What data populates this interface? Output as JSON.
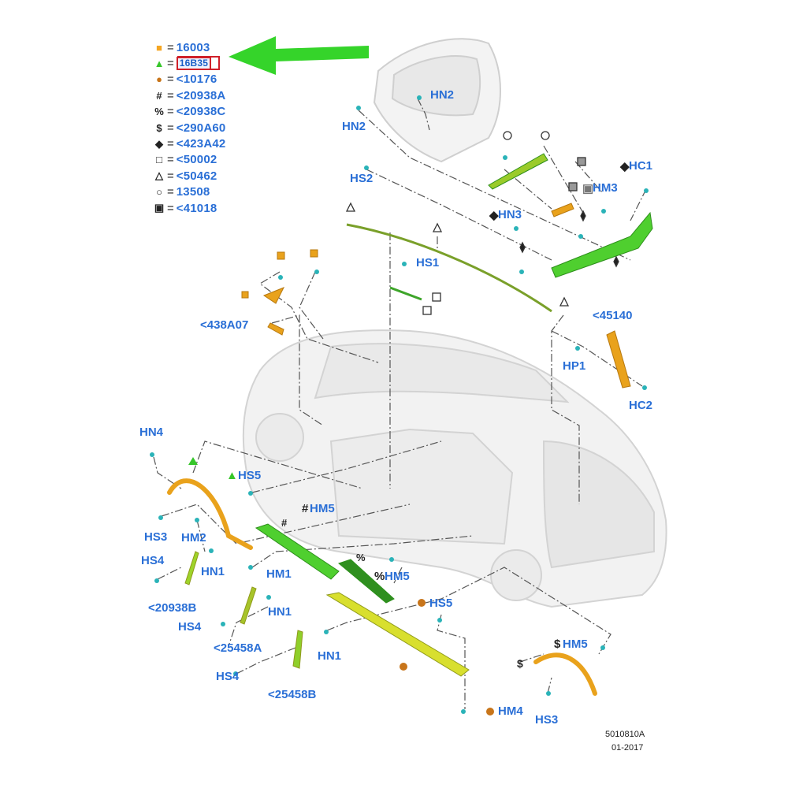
{
  "legend": {
    "items": [
      {
        "symbol": "■",
        "color": "#f5a623",
        "value": "16003"
      },
      {
        "symbol": "▲",
        "color": "#36c62a",
        "value": "16B35"
      },
      {
        "symbol": "●",
        "color": "#c8751a",
        "value": "<10176"
      },
      {
        "symbol": "#",
        "color": "#222222",
        "value": "<20938A"
      },
      {
        "symbol": "%",
        "color": "#222222",
        "value": "<20938C"
      },
      {
        "symbol": "$",
        "color": "#222222",
        "value": "<290A60"
      },
      {
        "symbol": "◆",
        "color": "#222222",
        "value": "<423A42"
      },
      {
        "symbol": "□",
        "color": "#222222",
        "value": "<50002"
      },
      {
        "symbol": "△",
        "color": "#222222",
        "value": "<50462"
      },
      {
        "symbol": "○",
        "color": "#222222",
        "value": "13508"
      },
      {
        "symbol": "▣",
        "color": "#222222",
        "value": "<41018"
      }
    ]
  },
  "labels": {
    "hn2_top": "HN2",
    "hn2_left": "HN2",
    "hs2": "HS2",
    "hc1": "HC1",
    "hm3": "HM3",
    "hn3": "HN3",
    "hs1": "HS1",
    "p438a07": "<438A07",
    "p45140": "<45140",
    "hp1": "HP1",
    "hc2": "HC2",
    "hn4": "HN4",
    "hs5_left": "HS5",
    "hm5_top": "HM5",
    "hs3_left": "HS3",
    "hm2": "HM2",
    "hs4_a": "HS4",
    "hn1_a": "HN1",
    "hm1": "HM1",
    "hm5_mid": "HM5",
    "p20938b": "<20938B",
    "hn1_b": "HN1",
    "hs5_right": "HS5",
    "hs4_b": "HS4",
    "p25458a": "<25458A",
    "hm5_bottom": "HM5",
    "hn1_c": "HN1",
    "hs4_c": "HS4",
    "p25458b": "<25458B",
    "hm4": "HM4",
    "hs3_right": "HS3"
  },
  "footer": {
    "code": "5010810A",
    "date": "01-2017"
  },
  "colors": {
    "label_blue": "#2a6fd6",
    "green_part": "#4fcf2f",
    "orange_part": "#e9a21c",
    "yellow_part": "#d8df2e",
    "arrow_green": "#35d42a",
    "highlight_box": "#d0202a"
  }
}
